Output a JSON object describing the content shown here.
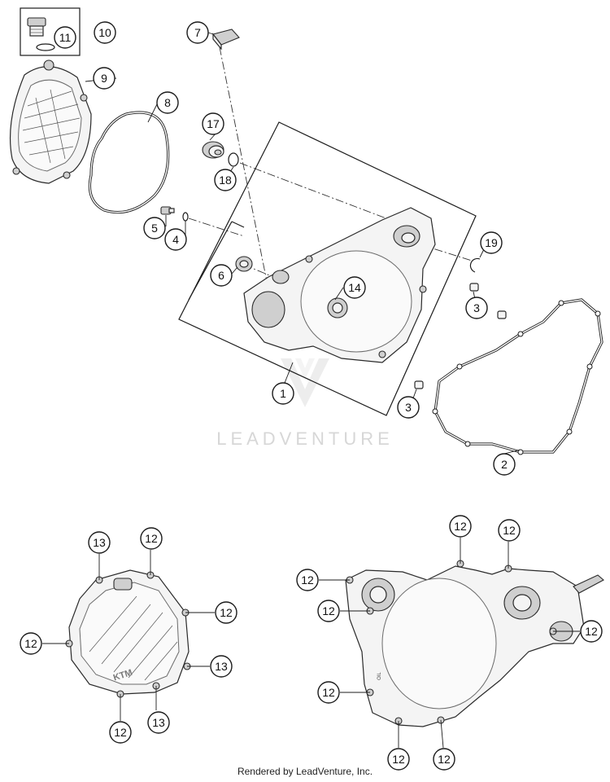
{
  "callouts": {
    "c1": "1",
    "c2": "2",
    "c3a": "3",
    "c3b": "3",
    "c4": "4",
    "c5": "5",
    "c6": "6",
    "c7": "7",
    "c8": "8",
    "c9": "9",
    "c10": "10",
    "c11": "11",
    "c14": "14",
    "c17": "17",
    "c18": "18",
    "c19": "19"
  },
  "detail_left": {
    "c13a": "13",
    "c12a": "12",
    "c12b": "12",
    "c12c": "12",
    "c13b": "13",
    "c12d": "12",
    "c13c": "13"
  },
  "detail_right": {
    "c12a": "12",
    "c12b": "12",
    "c12c": "12",
    "c12d": "12",
    "c12e": "12",
    "c12f": "12",
    "c12g": "12",
    "c12h": "12"
  },
  "cover_logo": "KTM",
  "case_marking": "OIL",
  "watermark": "LEADVENTURE",
  "footer": "Rendered by LeadVenture, Inc.",
  "colors": {
    "line": "#1c1c1c",
    "fill": "#f4f4f4",
    "watermark": "#d7d7d7"
  }
}
